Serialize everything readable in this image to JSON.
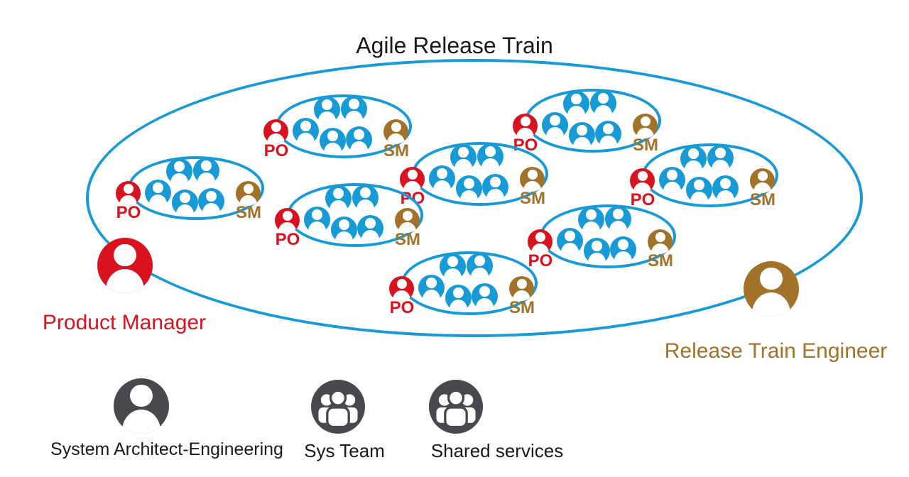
{
  "title": "Agile Release Train",
  "colors": {
    "blue": "#189AD6",
    "red": "#D8121F",
    "brown": "#A3722A",
    "dark": "#48484E",
    "text": "#1A1A1A"
  },
  "team": {
    "po_label": "PO",
    "sm_label": "SM",
    "members_per_team": 5,
    "teams_count": 8
  },
  "roles": {
    "product_manager": "Product Manager",
    "release_train_engineer": "Release Train Engineer",
    "system_architect": "System Architect-Engineering",
    "sys_team": "Sys Team",
    "shared_services": "Shared services"
  }
}
